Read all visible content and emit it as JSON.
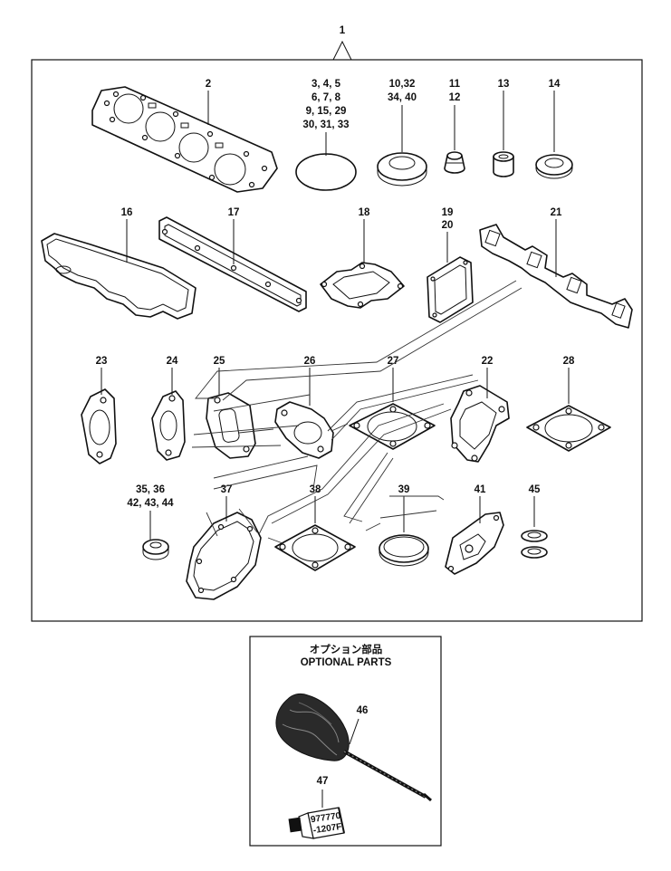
{
  "assembly_label": "1",
  "labels": {
    "p2": "2",
    "p3_line1": "3, 4, 5",
    "p3_line2": "6, 7, 8",
    "p3_line3": "9, 15, 29",
    "p3_line4": "30, 31, 33",
    "p10_line1": "10,32",
    "p10_line2": "34, 40",
    "p11_line1": "11",
    "p11_line2": "12",
    "p13": "13",
    "p14": "14",
    "p16": "16",
    "p17": "17",
    "p18": "18",
    "p19_line1": "19",
    "p19_line2": "20",
    "p21": "21",
    "p23": "23",
    "p24": "24",
    "p25": "25",
    "p26": "26",
    "p27": "27",
    "p22": "22",
    "p28": "28",
    "p35_line1": "35, 36",
    "p35_line2": "42, 43, 44",
    "p37": "37",
    "p38": "38",
    "p39": "39",
    "p41": "41",
    "p45": "45"
  },
  "optional": {
    "title_jp": "オプション部品",
    "title_en": "OPTIONAL PARTS",
    "p46": "46",
    "p47": "47",
    "tube_text_line1": "977770",
    "tube_text_line2": "-1207F"
  }
}
